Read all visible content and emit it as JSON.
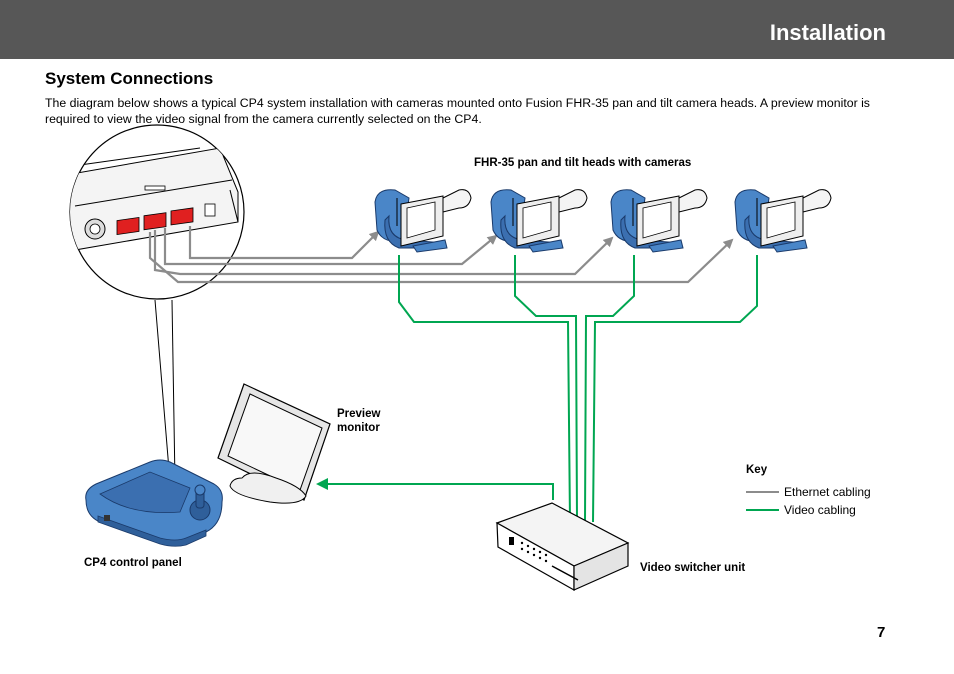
{
  "header": {
    "title": "Installation"
  },
  "section": {
    "title": "System Connections",
    "intro": "The diagram below shows a typical CP4 system installation with cameras mounted onto Fusion FHR-35 pan and tilt camera heads. A preview monitor is required to view the video signal from the camera currently selected on the CP4."
  },
  "diagram": {
    "cameras_label": "FHR-35 pan and tilt heads with cameras",
    "preview_label_line1": "Preview",
    "preview_label_line2": "monitor",
    "control_panel_label": "CP4 control panel",
    "switcher_label": "Video switcher unit",
    "key": {
      "title": "Key",
      "ethernet": "Ethernet cabling",
      "video": "Video cabling"
    }
  },
  "colors": {
    "header_bg": "#575757",
    "ethernet_cable": "#8c8c8c",
    "video_cable": "#00a651",
    "camera_blue": "#4a86c8",
    "port_red": "#e02020"
  },
  "page_number": "7"
}
